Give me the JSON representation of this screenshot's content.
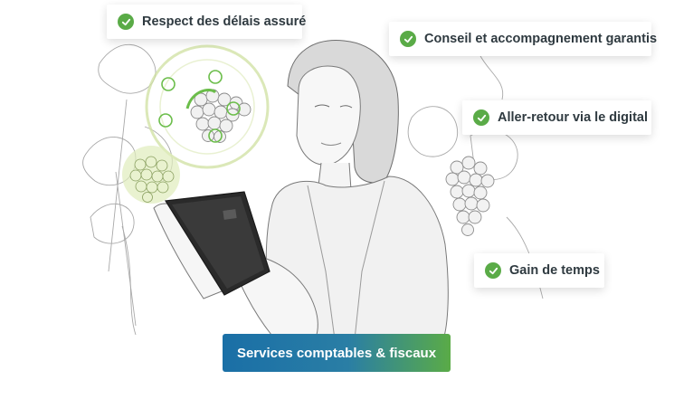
{
  "features": [
    {
      "label": "Respect des délais assuré"
    },
    {
      "label": "Conseil et accompagnement garantis"
    },
    {
      "label": "Aller-retour via le digital"
    },
    {
      "label": "Gain de temps"
    }
  ],
  "cta": {
    "label": "Services comptables & fiscaux"
  },
  "colors": {
    "check": "#5aab47",
    "cta_start": "#1a6fa6",
    "cta_end": "#5aab47",
    "badge_text": "#2f3a40"
  },
  "icons": [
    "check-icon"
  ]
}
